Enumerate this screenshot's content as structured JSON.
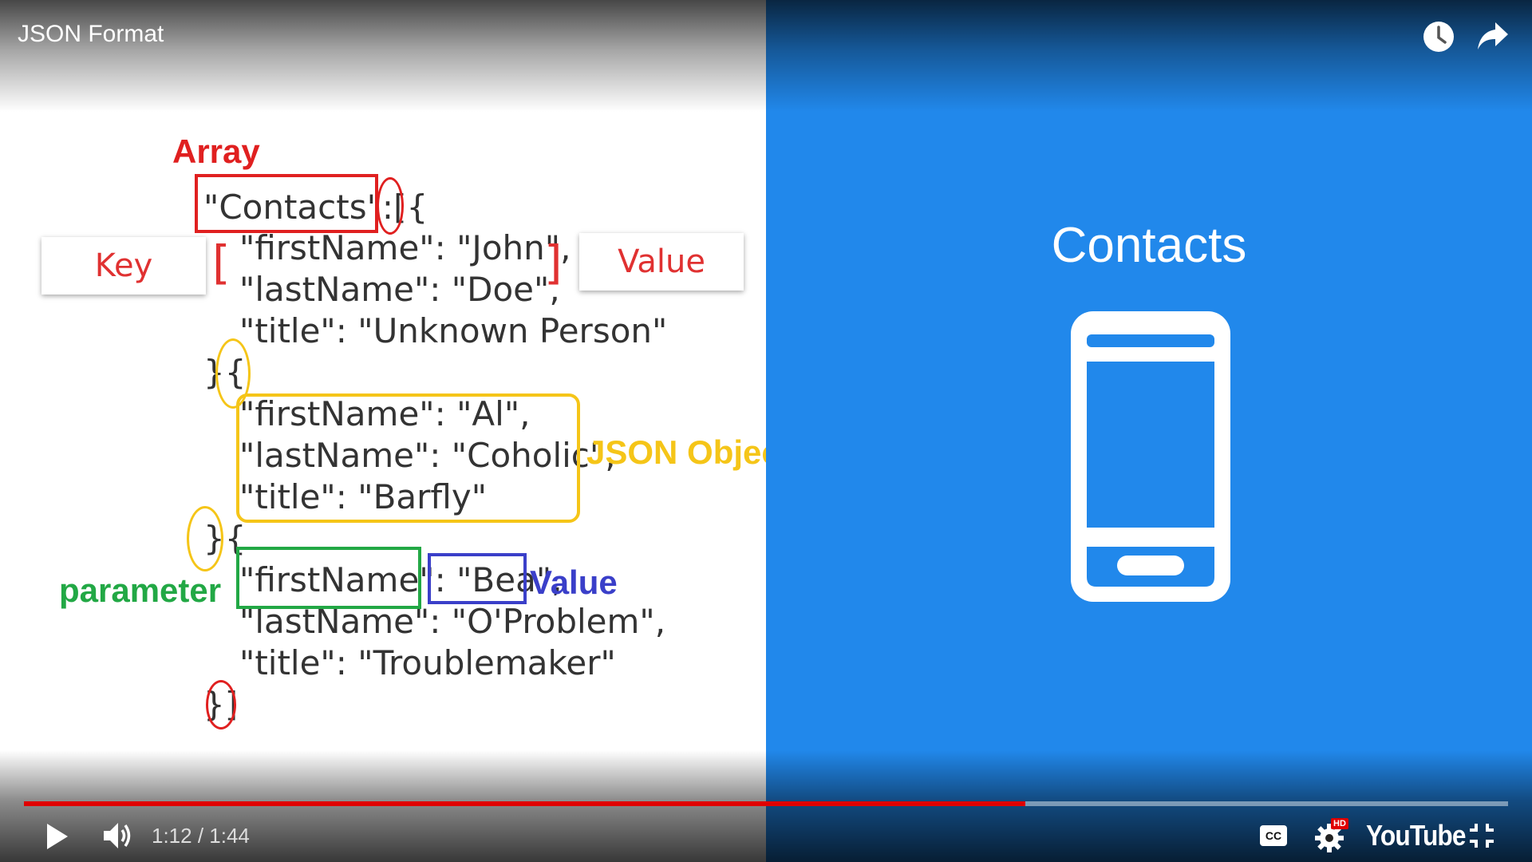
{
  "player": {
    "title": "JSON Format",
    "time_current": "1:12",
    "time_separator": " / ",
    "time_total": "1:44",
    "progress_fraction": 0.6747,
    "brand": "YouTube",
    "hd_badge": "HD",
    "cc_label": "CC",
    "accent_color": "#E00000"
  },
  "slide_left": {
    "code_lines": [
      "\"Contacts\":[{",
      "\"firstName\": \"John\",",
      "\"lastName\": \"Doe\",",
      "\"title\": \"Unknown Person\"",
      "}{",
      "\"firstName\": \"Al\",",
      "\"lastName\": \"Coholic\",",
      "\"title\": \"Barfly\"",
      "}{",
      "\"firstName\": \"Bea\",",
      "\"lastName\": \"O'Problem\",",
      "\"title\": \"Troublemaker\"",
      "}]"
    ],
    "key_card": "Key",
    "value_card": "Value",
    "bracket_left": "[",
    "bracket_right": "]"
  },
  "annotations": {
    "array": "Array",
    "json_object": "JSON Object",
    "parameter": "parameter",
    "value": "Value",
    "colors": {
      "red": "#E02020",
      "yellow": "#F5C518",
      "green": "#22A845",
      "blue": "#3A3FC9"
    }
  },
  "slide_right": {
    "heading": "Contacts",
    "background": "#2188EB",
    "icon": "smartphone-icon"
  }
}
